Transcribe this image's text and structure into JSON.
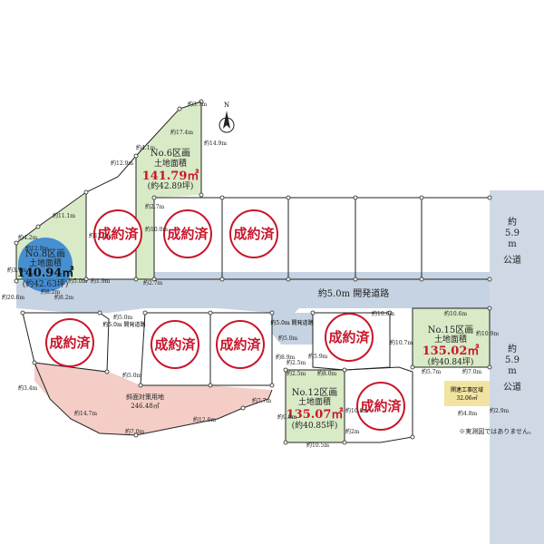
{
  "roads": {
    "main": "約5.0m 開発道路",
    "dev_left": "約5.0m 開発道路",
    "dev_mid": "約5.0m 開発道路",
    "public_top": [
      "約",
      "5.9",
      "m",
      "公道"
    ],
    "public_bottom": [
      "約",
      "5.9",
      "m",
      "公道"
    ]
  },
  "sold_label": "成約済",
  "lots": {
    "lot6": {
      "no": "No.6区画",
      "area_label": "土地面積",
      "area": "141.79㎡",
      "tsubo": "(約42.89坪)"
    },
    "lot8": {
      "no": "No.8区画",
      "area_label": "土地面積",
      "area": "140.94㎡",
      "tsubo": "(約42.63坪)"
    },
    "lot12": {
      "no": "No.12区画",
      "area_label": "土地面積",
      "area": "135.07㎡",
      "tsubo": "(約40.85坪)"
    },
    "lot15": {
      "no": "No.15区画",
      "area_label": "土地面積",
      "area": "135.02㎡",
      "tsubo": "(約40.84坪)"
    }
  },
  "slope": {
    "title": "斜面対策用地",
    "area": "246.48㎡"
  },
  "kanren": {
    "title": "関連工事区域",
    "area": "32.06㎡"
  },
  "note": "※実測図ではありません。",
  "north_label": "N",
  "dims": {
    "d1": "約3.7m",
    "d2": "約17.4m",
    "d3": "約14.9m",
    "d4": "約4.1m",
    "d5": "約12.9m",
    "d6": "約11.1m",
    "d7": "約12.9m",
    "d8": "約4.2m",
    "d9": "約3.7m",
    "d10": "約20.6m",
    "d11": "約8.2m",
    "d12": "約5.0m",
    "d13": "約1.9m",
    "d14": "約2.7m",
    "d15": "約2.7m",
    "d16": "約10.0m",
    "d17": "約5.0m",
    "d18": "約3.4m",
    "d19": "約14.7m",
    "d20": "約7.0m",
    "d21": "約12.6m",
    "d22": "約7.7m",
    "d23": "約8.9m",
    "d24": "約5.0m",
    "d25": "約10.6m",
    "d26": "約10.6m",
    "d27": "約10.7m",
    "d28": "約2.5m",
    "d29": "約5.9m",
    "d30": "約8.0m",
    "d31": "約2.5m",
    "d32": "約9.0m",
    "d33": "約10.6m",
    "d34": "約10.5m",
    "d35": "約2m",
    "d36": "約5.7m",
    "d37": "約7.0m",
    "d38": "約4.8m",
    "d39": "約2.9m",
    "d40": "約10.9m",
    "d41": "約8.2m",
    "d42": "約5.0m",
    "d43": "約12.9m"
  }
}
